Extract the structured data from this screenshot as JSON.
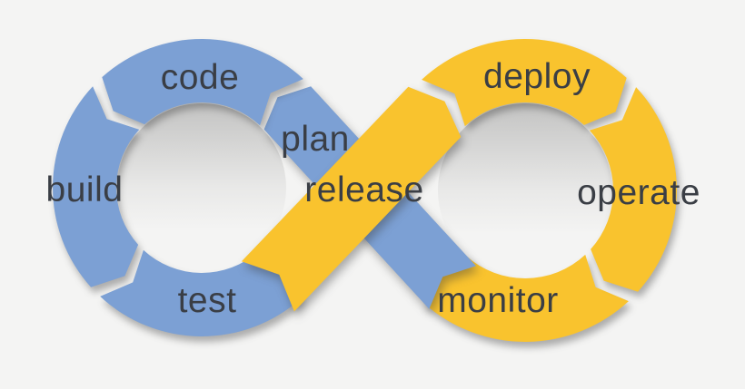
{
  "diagram": {
    "kind": "devops-infinity-loop",
    "background_color": "#f4f4f3",
    "label_color": "#3a3e45",
    "left_loop": {
      "color": "#7ca0d4",
      "segments": [
        {
          "id": "code",
          "label": "code"
        },
        {
          "id": "build",
          "label": "build"
        },
        {
          "id": "test",
          "label": "test"
        },
        {
          "id": "plan",
          "label": "plan"
        }
      ]
    },
    "right_loop": {
      "color": "#f9c32e",
      "segments": [
        {
          "id": "deploy",
          "label": "deploy"
        },
        {
          "id": "operate",
          "label": "operate"
        },
        {
          "id": "monitor",
          "label": "monitor"
        },
        {
          "id": "release",
          "label": "release"
        }
      ]
    },
    "process_flow": [
      "plan",
      "code",
      "build",
      "test",
      "release",
      "deploy",
      "operate",
      "monitor"
    ]
  }
}
